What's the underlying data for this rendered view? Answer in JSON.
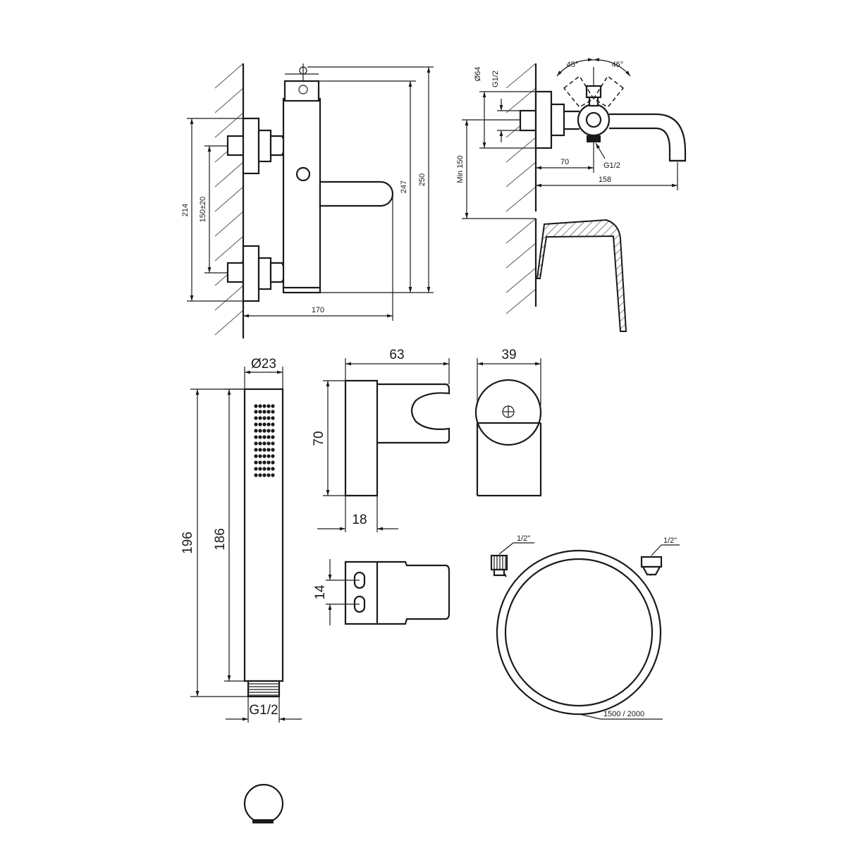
{
  "mixer_front": {
    "dim_width": "170",
    "dim_height_214": "214",
    "dim_spacing": "150±20",
    "dim_height_247": "247",
    "dim_height_250": "250"
  },
  "mixer_side": {
    "dim_diameter": "Ø64",
    "dim_thread_top": "G1/2",
    "dim_min": "Min 150",
    "dim_70": "70",
    "dim_thread_bottom": "G1/2",
    "dim_158": "158",
    "angle_left": "45°",
    "angle_right": "45°"
  },
  "hand_shower": {
    "dim_diameter": "Ø23",
    "dim_196": "196",
    "dim_186": "186",
    "dim_thread": "G1/2"
  },
  "holder": {
    "dim_63": "63",
    "dim_70": "70",
    "dim_18": "18",
    "dim_39": "39",
    "dim_14": "14"
  },
  "hose": {
    "label_left": "1/2\"",
    "label_right": "1/2\"",
    "label_length": "1500 / 2000"
  }
}
